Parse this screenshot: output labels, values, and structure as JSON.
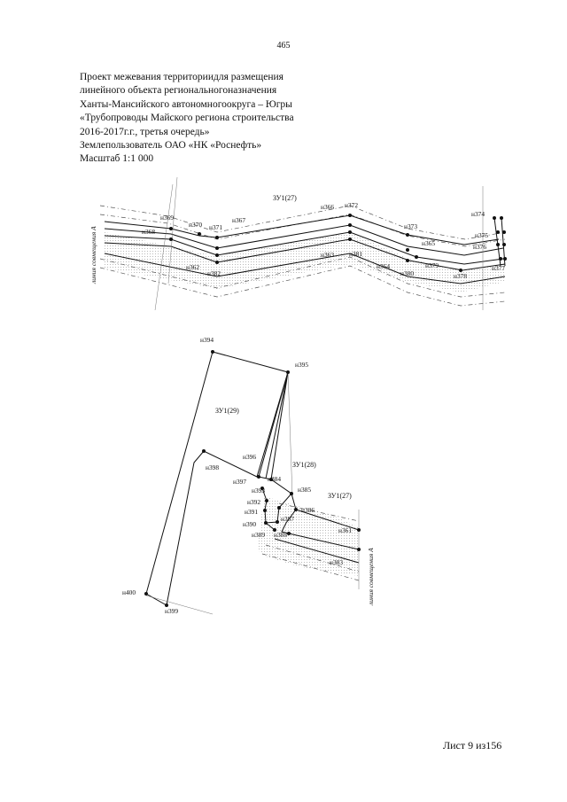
{
  "page_number": "465",
  "header": {
    "lines": [
      "Проект межевания территориидля размещения",
      "линейного объекта региональногоназначения",
      "Ханты-Мансийского автономногоокруга – Югры",
      "«Трубопроводы Майского региона строительства",
      "2016-2017г.г., третья очередь»",
      "Землепользователь ОАО «НК «Роснефть»",
      "Масштаб 1:1 000"
    ]
  },
  "map": {
    "zones": [
      "ЗУ1(27)",
      "ЗУ1(29)",
      "ЗУ1(28)",
      "ЗУ1(27)"
    ],
    "side_labels": [
      "линия совмещения А",
      "линия совмещения А"
    ],
    "upper_points": [
      "н369",
      "н370",
      "н371",
      "н367",
      "н368",
      "н366",
      "н372",
      "н373",
      "н374",
      "н375",
      "н376",
      "н365",
      "н362",
      "н382",
      "н363",
      "н381",
      "н364",
      "н380",
      "н379",
      "н378",
      "н377"
    ],
    "lower_points": [
      "н394",
      "н395",
      "н396",
      "н398",
      "н397",
      "н384",
      "н385",
      "н393",
      "н392",
      "н386",
      "н391",
      "н387",
      "н390",
      "н389",
      "н388",
      "н361",
      "н383",
      "н400",
      "н399"
    ]
  },
  "footer": {
    "sheet": "Лист 9 из156"
  }
}
